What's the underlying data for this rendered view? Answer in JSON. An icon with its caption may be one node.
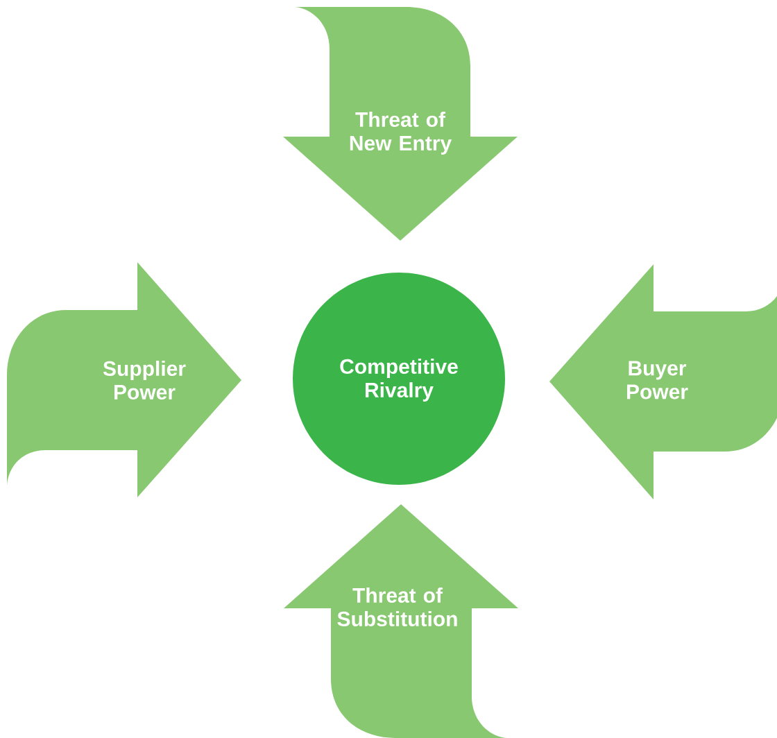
{
  "diagram": {
    "nodes": [
      {
        "text": [
          "Competitive Rivalry"
        ]
      },
      {
        "text": [
          "Threat of New Entry"
        ]
      },
      {
        "text": [
          "Supplier Power"
        ]
      },
      {
        "text": [
          "Buyer Power"
        ]
      },
      {
        "text": [
          "Threat of Substitution"
        ]
      }
    ]
  }
}
